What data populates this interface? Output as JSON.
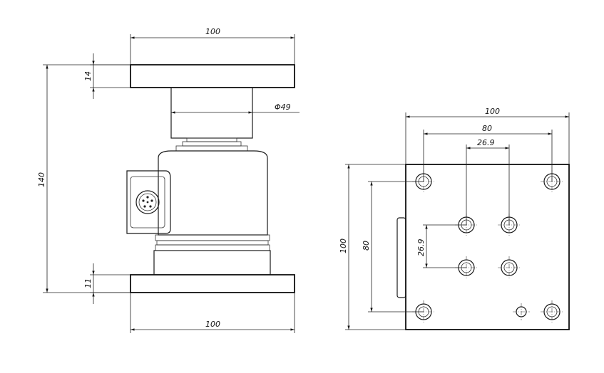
{
  "side_view": {
    "top_plate_width": "100",
    "top_plate_thickness": "14",
    "shaft_diameter": "Φ49",
    "total_height": "140",
    "bottom_plate_thickness": "11",
    "bottom_plate_width": "100"
  },
  "top_view": {
    "plate_width": "100",
    "plate_height": "100",
    "outer_hole_spacing_x": "80",
    "outer_hole_spacing_y": "80",
    "inner_hole_spacing_x": "26.9",
    "inner_hole_spacing_y": "26.9"
  },
  "colors": {
    "line": "#1a1a1a",
    "body_shade_dark": "#9a9a9a",
    "body_shade_light": "#f4f4f4"
  }
}
